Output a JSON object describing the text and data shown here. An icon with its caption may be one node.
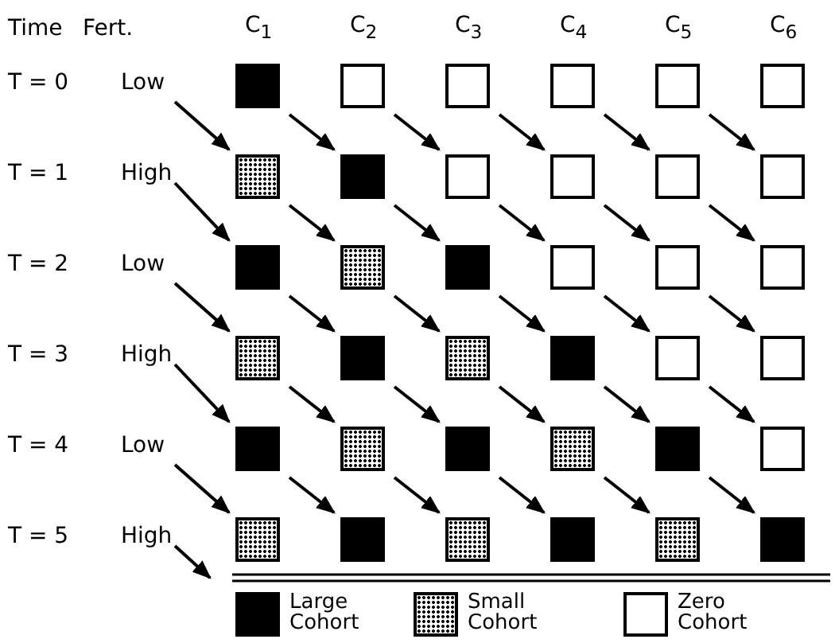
{
  "diagram": {
    "nodes": [
      {
        "text": [
          "Low"
        ]
      },
      {
        "text": [],
        "shape": "box"
      },
      {
        "text": [],
        "shape": "box"
      },
      {
        "text": [],
        "shape": "box"
      },
      {
        "text": [],
        "shape": "box"
      },
      {
        "text": [],
        "shape": "box"
      },
      {
        "text": [],
        "shape": "box"
      },
      {
        "text": [
          "High"
        ]
      },
      {
        "text": [],
        "shape": "box"
      },
      {
        "text": [],
        "shape": "box"
      },
      {
        "text": [],
        "shape": "box"
      },
      {
        "text": [],
        "shape": "box"
      },
      {
        "text": [],
        "shape": "box"
      },
      {
        "text": [],
        "shape": "box"
      },
      {
        "text": [
          "Low"
        ]
      },
      {
        "text": [],
        "shape": "box"
      },
      {
        "text": [],
        "shape": "box"
      },
      {
        "text": [],
        "shape": "box"
      },
      {
        "text": [],
        "shape": "box"
      },
      {
        "text": [],
        "shape": "box"
      },
      {
        "text": [],
        "shape": "box"
      },
      {
        "text": [
          "High"
        ]
      },
      {
        "text": [],
        "shape": "box"
      },
      {
        "text": [],
        "shape": "box"
      },
      {
        "text": [],
        "shape": "box"
      },
      {
        "text": [],
        "shape": "box"
      },
      {
        "text": [],
        "shape": "box"
      },
      {
        "text": [],
        "shape": "box"
      },
      {
        "text": [
          "Low"
        ]
      },
      {
        "text": [],
        "shape": "box"
      },
      {
        "text": [],
        "shape": "box"
      },
      {
        "text": [],
        "shape": "box"
      },
      {
        "text": [],
        "shape": "box"
      },
      {
        "text": [],
        "shape": "box"
      },
      {
        "text": [],
        "shape": "box"
      },
      {
        "text": [
          "High"
        ]
      },
      {
        "text": [],
        "shape": "box"
      },
      {
        "text": [],
        "shape": "box"
      },
      {
        "text": [],
        "shape": "box"
      },
      {
        "text": [],
        "shape": "box"
      },
      {
        "text": [],
        "shape": "box"
      },
      {
        "text": [],
        "shape": "box"
      }
    ],
    "edges": [
      {
        "from": 0,
        "to": 8,
        "arrow": "to"
      },
      {
        "from": 1,
        "to": 9,
        "arrow": "to"
      },
      {
        "from": 2,
        "to": 10,
        "arrow": "to"
      },
      {
        "from": 3,
        "to": 11,
        "arrow": "to"
      },
      {
        "from": 4,
        "to": 12,
        "arrow": "to"
      },
      {
        "from": 5,
        "to": 13,
        "arrow": "to"
      },
      {
        "from": 7,
        "to": 15,
        "arrow": "to"
      },
      {
        "from": 8,
        "to": 16,
        "arrow": "to"
      },
      {
        "from": 9,
        "to": 17,
        "arrow": "to"
      },
      {
        "from": 10,
        "to": 18,
        "arrow": "to"
      },
      {
        "from": 11,
        "to": 19,
        "arrow": "to"
      },
      {
        "from": 12,
        "to": 20,
        "arrow": "to"
      },
      {
        "from": 14,
        "to": 22,
        "arrow": "to"
      },
      {
        "from": 15,
        "to": 23,
        "arrow": "to"
      },
      {
        "from": 16,
        "to": 24,
        "arrow": "to"
      },
      {
        "from": 17,
        "to": 25,
        "arrow": "to"
      },
      {
        "from": 18,
        "to": 26,
        "arrow": "to"
      },
      {
        "from": 19,
        "to": 27,
        "arrow": "to"
      },
      {
        "from": 21,
        "to": 29,
        "arrow": "to"
      },
      {
        "from": 22,
        "to": 30,
        "arrow": "to"
      },
      {
        "from": 23,
        "to": 31,
        "arrow": "to"
      },
      {
        "from": 24,
        "to": 32,
        "arrow": "to"
      },
      {
        "from": 25,
        "to": 33,
        "arrow": "to"
      },
      {
        "from": 26,
        "to": 34,
        "arrow": "to"
      },
      {
        "from": 28,
        "to": 36,
        "arrow": "to"
      },
      {
        "from": 29,
        "to": 37,
        "arrow": "to"
      },
      {
        "from": 30,
        "to": 38,
        "arrow": "to"
      },
      {
        "from": 31,
        "to": 39,
        "arrow": "to"
      },
      {
        "from": 32,
        "to": 40,
        "arrow": "to"
      },
      {
        "from": 33,
        "to": 41,
        "arrow": "to"
      },
      {
        "from": 35,
        "to": null,
        "arrow": "to"
      }
    ],
    "labels": [
      "Time",
      "Fert.",
      "C$_{1}$",
      "C$_{2}$",
      "C$_{3}$",
      "C$_{4}$",
      "C$_{5}$",
      "C$_{6}$",
      "T = 0",
      "T = 1",
      "T = 2",
      "T = 3",
      "T = 4",
      "T = 5"
    ],
    "legend": [
      {
        "text": "Large Cohort",
        "color": "#000000"
      },
      {
        "text": "Small Cohort"
      },
      {
        "text": "Zero Cohort",
        "color": "#ffffff"
      }
    ]
  }
}
